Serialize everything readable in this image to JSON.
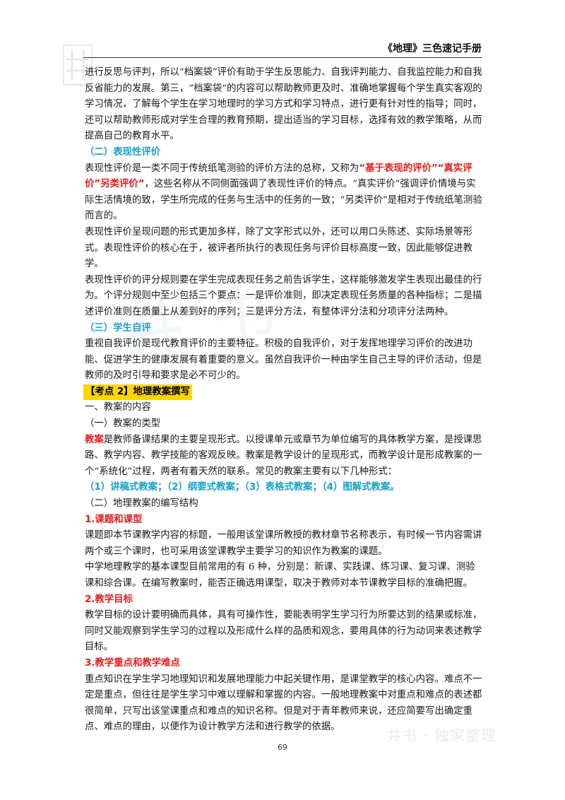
{
  "header": {
    "title": "《地理》三色速记手册"
  },
  "intro": {
    "p1": "进行反思与评判，所以“档案袋”评价有助于学生反思能力、自我评判能力、自我监控能力和自我反省能力的发展。第三，“档案袋”的内容可以帮助教师更及时、准确地掌握每个学生真实客观的学习情况，了解每个学生在学习地理时的学习方式和学习特点，进行更有针对性的指导；同时，还可以帮助教师形成对学生合理的教育预期，提出适当的学习目标，选择有效的教学策略，从而提高自己的教育水平。"
  },
  "section2": {
    "heading": "（二）表现性评价",
    "p1_a": "表现性评价是一类不同于传统纸笔测验的评价方法的总称，又称为",
    "p1_red": "“基于表现的评价”“真实评价”另类评价”",
    "p1_b": "，这些名称从不同侧面强调了表现性评价的特点。“真实评价”强调评价情境与实际生活情境的致，学生所完成的任务与生活中的任务的一致；“另类评价”是相对于传统纸笔测验而言的。",
    "p2": "表现性评价呈现问题的形式更加多样，除了文字形式以外，还可以用口头陈述、实际场景等形式。表现性评价的核心在于，被评者所执行的表现任务与评价目标高度一致，因此能够促进教学。",
    "p3": "表现性评价的评分规则要在学生完成表现任务之前告诉学生，这样能够激发学生表现出最佳的行为。个评分规则中至少包括三个要点：一是评价准则，即决定表现任务质量的各种指标；二是描述评价准则在质量上从差到好的序列；三是评分方法，有整体评分法和分项评分法两种。"
  },
  "section3": {
    "heading": "（三）学生自评",
    "p1": "重视自我评价是现代教育评价的主要特征。积极的自我评价，对于发挥地理学习评价的改进功能、促进学生的健康发展有着重要的意义。虽然自我评价一种由学生自己主导的评价活动，但是教师的及时引导和要求是必不可少的。"
  },
  "kaodian": {
    "label": "【考点 2】地理教案撰写"
  },
  "part1": {
    "heading": "一、教案的内容",
    "sub1": "（一）教案的类型",
    "p1_red": "教案",
    "p1_b": "是教师备课结果的主要呈现形式。以授课单元或章节为单位编写的具体教学方案，是授课思路、教学内容、教学技能的客观反映。教案是教学设计的呈现形式，而教学设计是形成教案的一个“系统化”过程，两者有着天然的联系。常见的教案主要有以下几种形式：",
    "types": "（1）讲稿式教案；（2）纲要式教案；（3）表格式教案；（4）图解式教案。",
    "sub2": "（二）地理教案的编写结构"
  },
  "items": [
    {
      "heading": "1.课题和课型",
      "paras": [
        "课题即本节课教学内容的标题，一般用该堂课所教授的教材章节名称表示，有时候一节内容需讲两个或三个课时，也可采用该堂课教学主要学习的知识作为教案的课题。",
        "中学地理教学的基本课型目前常用的有 6 种，分别是：新课、实践课、练习课、复习课、测验课和综合课。在编写教案时，能否正确选用课型，取决于教师对本节课教学目标的准确把握。"
      ]
    },
    {
      "heading": "2.教学目标",
      "paras": [
        "教学目标的设计要明确而具体，具有可操作性，要能表明学生学习行为所要达到的结果或标准，同时又能观察到学生学习的过程以及形成什么样的品质和观念，要用具体的行为动词来表述教学目标。"
      ]
    },
    {
      "heading": "3.教学重点和教学难点",
      "paras": [
        "重点知识在学生学习地理知识和发展地理能力中起关键作用，是课堂教学的核心内容。难点不一定是重点，但往往是学生学习中难以理解和掌握的内容。一般地理教案中对重点和难点的表述都很简单，只写出该堂课重点和难点的知识名称。但是对于青年教师来说，还应简要写出确定重点、难点的理由，以便作为设计教学方法和进行教学的依据。"
      ]
    }
  ],
  "footer": {
    "page": "69",
    "watermark": "井书 · 独家整理"
  }
}
